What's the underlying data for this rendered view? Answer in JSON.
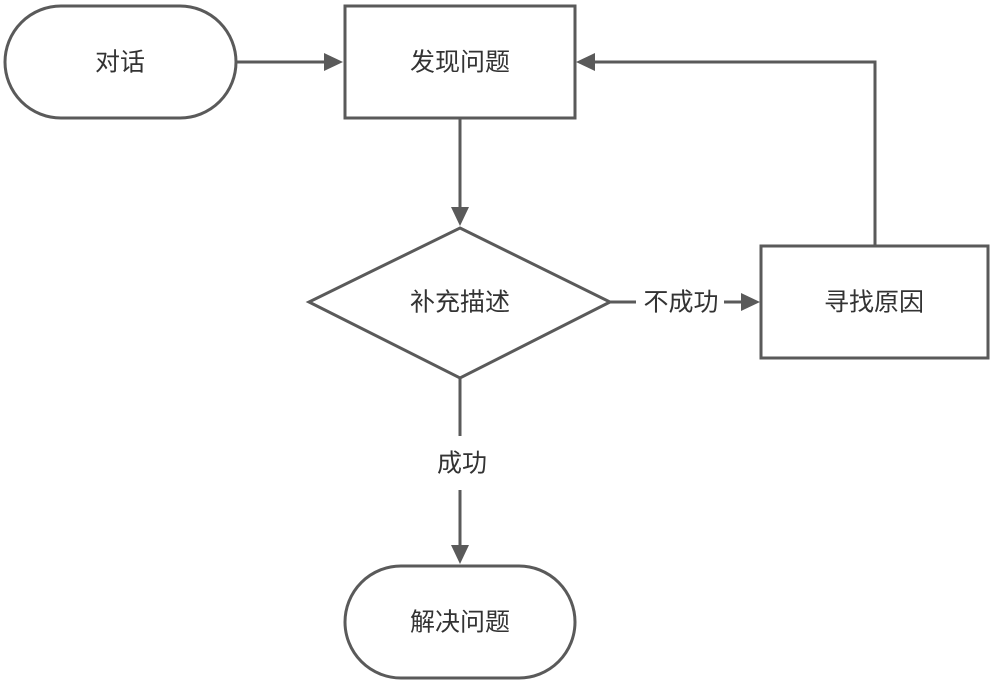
{
  "nodes": {
    "dialogue": "对话",
    "find_problem": "发现问题",
    "supplement": "补充描述",
    "find_cause": "寻找原因",
    "solve_problem": "解决问题"
  },
  "edges": {
    "fail": "不成功",
    "success": "成功"
  }
}
